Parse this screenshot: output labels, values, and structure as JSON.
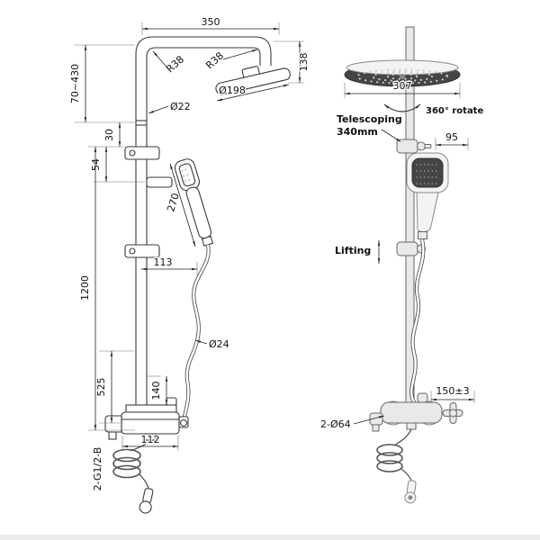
{
  "drawing": {
    "left": {
      "arm_length": "350",
      "head_drop": "138",
      "radius_top_left": "R38",
      "radius_top_right": "R38",
      "head_diameter": "Ø198",
      "pipe_diameter": "Ø22",
      "telescope_range": "70~430",
      "joint_offset": "30",
      "holder_offset": "54",
      "handshower_length": "270",
      "holder_reach": "113",
      "column_length": "1200",
      "hose_diameter": "Ø24",
      "mixer_rise": "525",
      "spout_drop": "140",
      "mixer_width": "112",
      "thread_spec": "2-G1/2-B"
    },
    "right": {
      "head_width": "307",
      "rotate_label": "360° rotate",
      "telescoping_label": "Telescoping",
      "telescoping_value": "340mm",
      "head_offset": "95",
      "lifting_label": "Lifting",
      "handle_clearance": "150±3",
      "mount_holes": "2-Ø64"
    }
  }
}
